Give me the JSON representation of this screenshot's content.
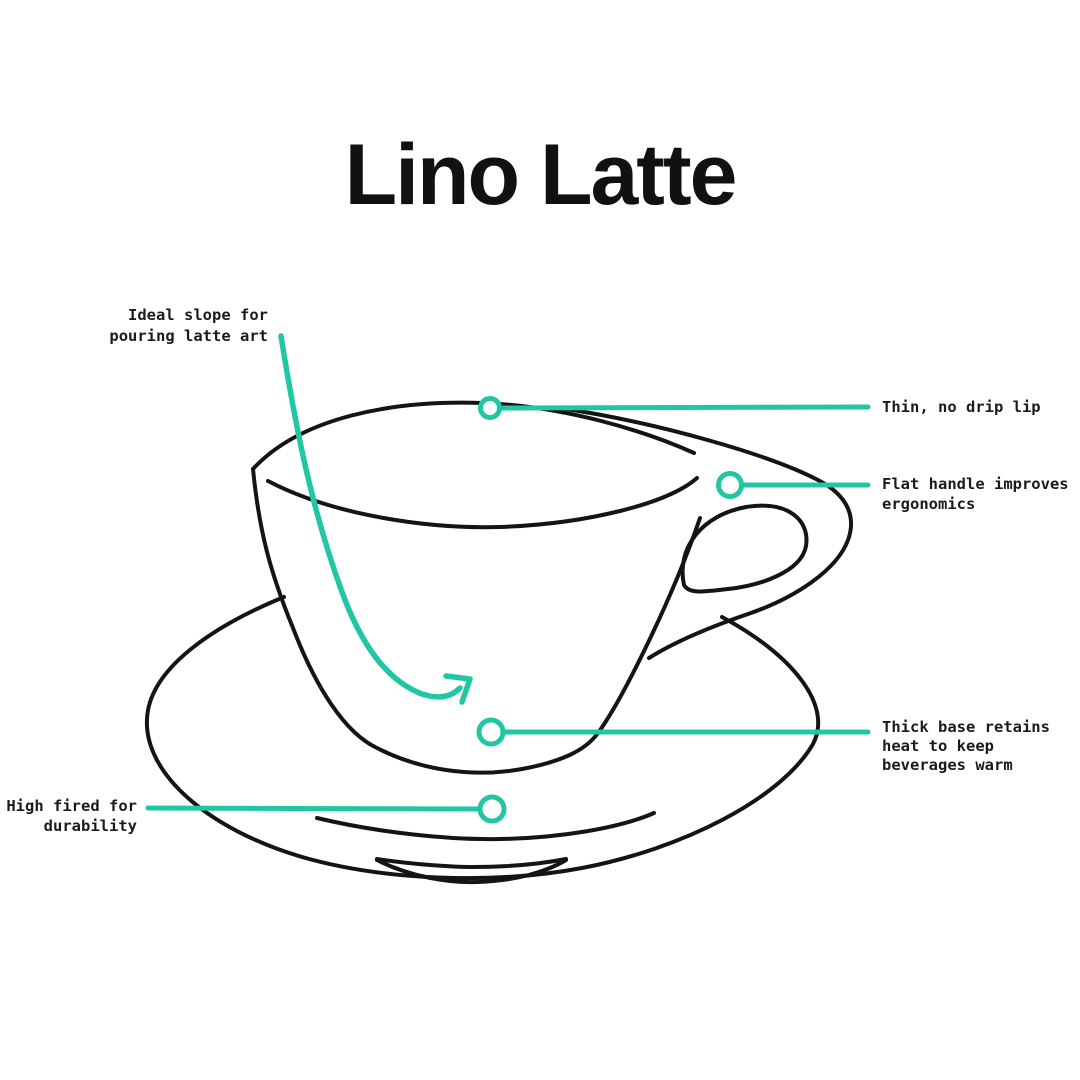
{
  "title": "Lino Latte",
  "colors": {
    "accent_teal": "#21c7a4",
    "ink_black": "#141414",
    "background": "#ffffff"
  },
  "diagram": {
    "subject": "lino-latte-cup-and-saucer-line-drawing",
    "callouts": [
      {
        "id": "slope",
        "target": "inside-slope-of-cup",
        "pointer": "curved-arrow",
        "lines": [
          "Ideal slope for",
          "pouring latte art"
        ]
      },
      {
        "id": "lip",
        "target": "cup-rim",
        "pointer": "circle-marker-line",
        "lines": [
          "Thin, no drip lip"
        ]
      },
      {
        "id": "handle",
        "target": "cup-handle",
        "pointer": "circle-marker-line",
        "lines": [
          "Flat handle improves",
          "ergonomics"
        ]
      },
      {
        "id": "base",
        "target": "cup-base",
        "pointer": "circle-marker-line",
        "lines": [
          "Thick base retains",
          "heat to keep",
          "beverages warm"
        ]
      },
      {
        "id": "fired",
        "target": "saucer",
        "pointer": "circle-marker-line",
        "lines": [
          "High fired for",
          "durability"
        ]
      }
    ]
  }
}
